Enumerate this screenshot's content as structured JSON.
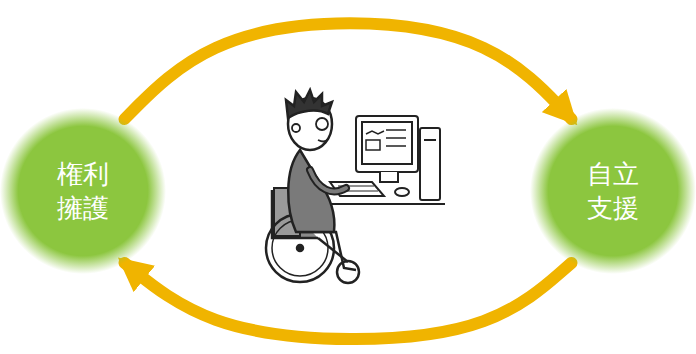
{
  "diagram": {
    "nodes": [
      {
        "text": [
          "権利 擁護"
        ]
      },
      {
        "text": [
          "自立 支援"
        ]
      }
    ],
    "edges": [
      {
        "from": 0,
        "to": 1,
        "arrow": "to"
      },
      {
        "from": 1,
        "to": 0,
        "arrow": "to"
      }
    ]
  }
}
